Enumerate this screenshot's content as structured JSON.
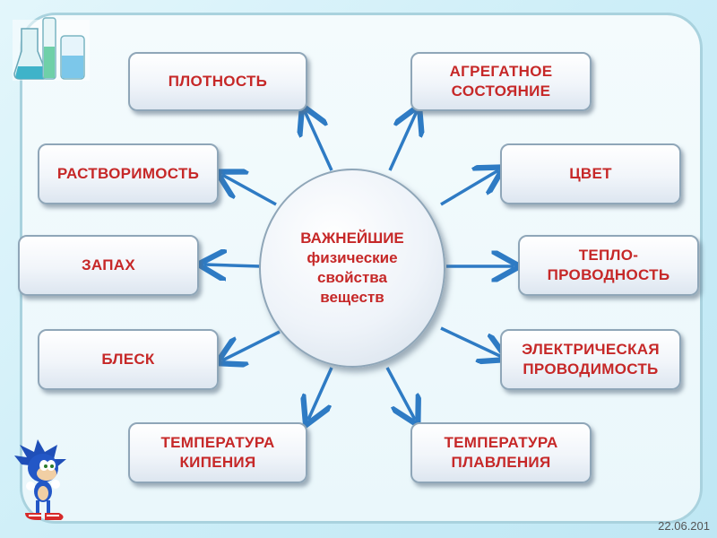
{
  "center": {
    "text": "ВАЖНЕЙШИЕ\nфизические\nсвойства\nвеществ"
  },
  "properties": [
    {
      "id": "density",
      "text": "ПЛОТНОСТЬ"
    },
    {
      "id": "aggregate",
      "text": "АГРЕГАТНОЕ\nСОСТОЯНИЕ"
    },
    {
      "id": "solubility",
      "text": "РАСТВОРИМОСТЬ"
    },
    {
      "id": "color",
      "text": "ЦВЕТ"
    },
    {
      "id": "smell",
      "text": "ЗАПАХ"
    },
    {
      "id": "thermal",
      "text": "ТЕПЛО-\nПРОВОДНОСТЬ"
    },
    {
      "id": "luster",
      "text": "БЛЕСК"
    },
    {
      "id": "electrical",
      "text": "ЭЛЕКТРИЧЕСКАЯ\nПРОВОДИМОСТЬ"
    },
    {
      "id": "boiling",
      "text": "ТЕМПЕРАТУРА\nКИПЕНИЯ"
    },
    {
      "id": "melting",
      "text": "ТЕМПЕРАТУРА\nПЛАВЛЕНИЯ"
    }
  ],
  "date": "22.06.201",
  "colors": {
    "text": "#c62828",
    "arrow": "#2e7bc4",
    "frame": "#a9d2de"
  },
  "icons": {
    "top_left": "chemistry-flasks-icon",
    "bottom_left": "sonic-character-icon"
  }
}
